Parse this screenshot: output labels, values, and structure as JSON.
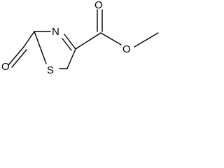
{
  "molecule": {
    "atoms": {
      "ring_nitrogen": "N",
      "ring_sulfur": "S",
      "aldehyde_oxygen": "O",
      "carbonyl_oxygen": "O",
      "ester_oxygen": "O"
    },
    "colors": {
      "bond": "#000000",
      "label": "#000000",
      "background": "#ffffff"
    }
  }
}
